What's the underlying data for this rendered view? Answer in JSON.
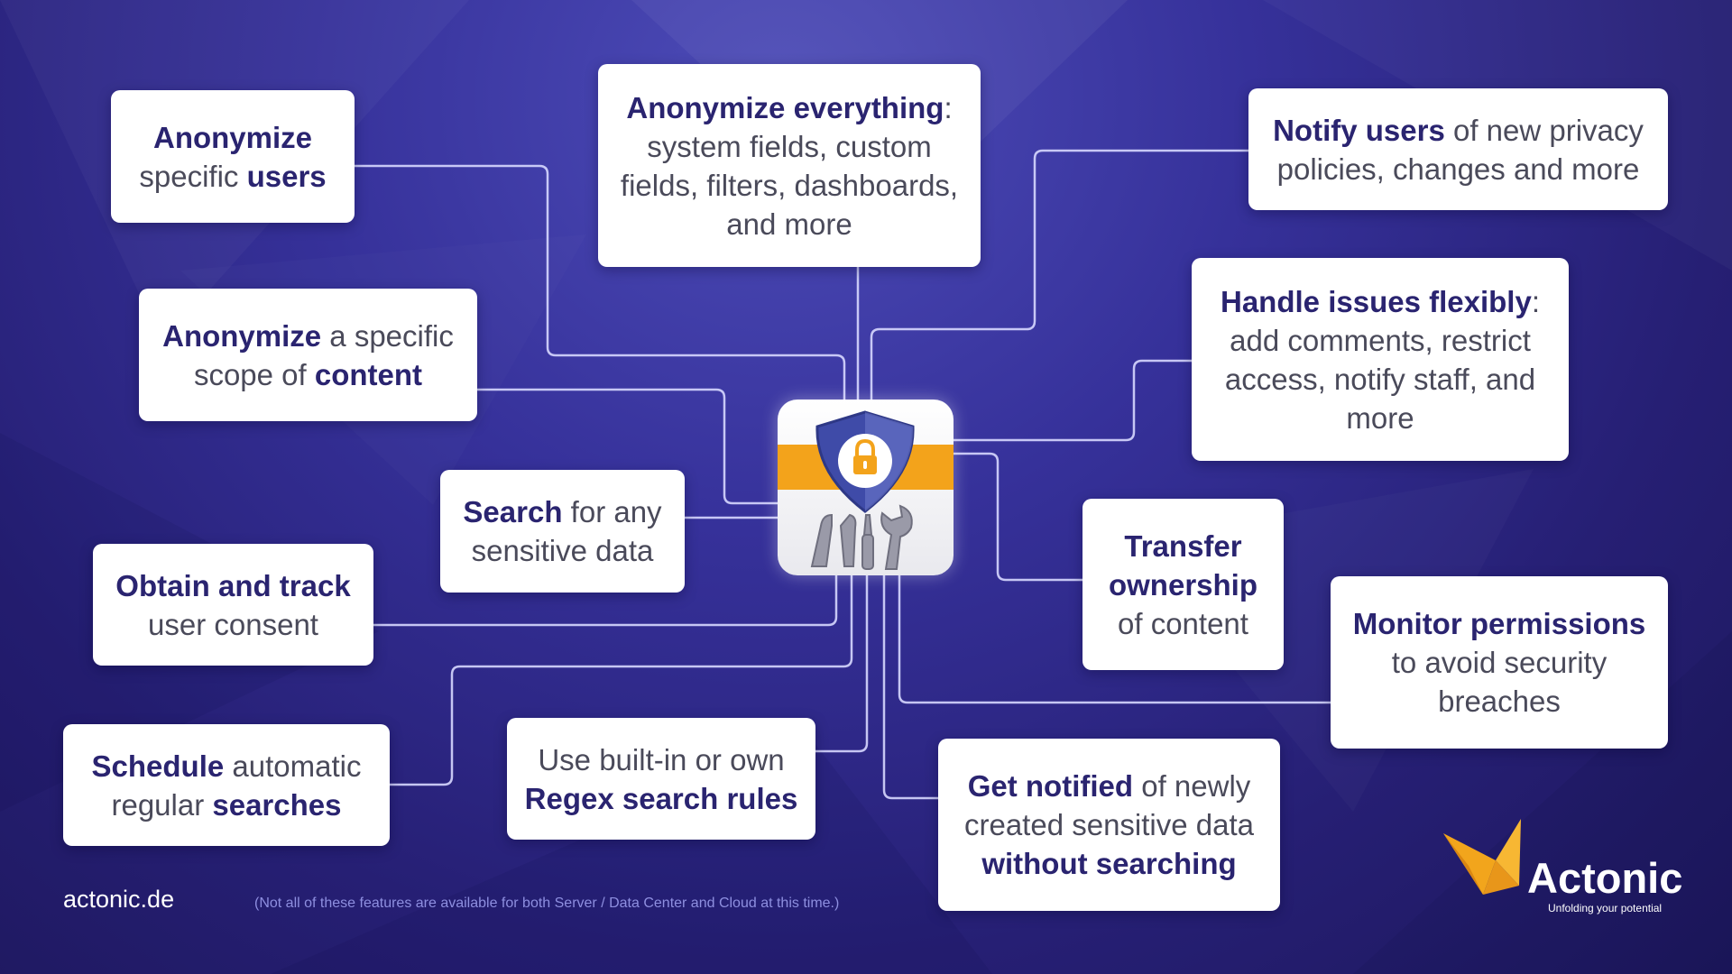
{
  "features": {
    "anonymize_users": {
      "b1": "Anonymize",
      "t1": "specific ",
      "b2": "users"
    },
    "anonymize_everything": {
      "b1": "Anonymize everything",
      "t1": ": system fields, custom fields, filters, dashboards, and more"
    },
    "notify_users": {
      "b1": "Notify users",
      "t1": " of new privacy policies, changes and more"
    },
    "anonymize_scope": {
      "b1": "Anonymize",
      "t1": " a specific scope of ",
      "b2": "content"
    },
    "handle_issues": {
      "b1": "Handle issues flexibly",
      "t1": ": add comments, restrict access, notify staff, and more"
    },
    "search_sensitive": {
      "b1": "Search",
      "t1": " for any sensitive data"
    },
    "obtain_consent": {
      "b1": "Obtain and track",
      "t1": " user consent"
    },
    "transfer_ownership": {
      "b1": "Transfer ownership",
      "t1": " of content"
    },
    "monitor_permissions": {
      "b1": "Monitor permissions",
      "t1": " to avoid security breaches"
    },
    "schedule_searches": {
      "b1": "Schedule",
      "t1": " automatic regular ",
      "b2": "searches"
    },
    "regex_rules": {
      "t1": "Use built-in or own ",
      "b1": "Regex search rules"
    },
    "get_notified": {
      "b1": "Get notified",
      "t1": " of newly created sensitive data ",
      "b2": "without searching"
    }
  },
  "footer": {
    "site": "actonic.de",
    "note": "(Not all of these features are available for both Server / Data Center and Cloud at this time.)"
  },
  "brand": {
    "name": "Actonic",
    "tagline": "Unfolding your potential"
  },
  "colors": {
    "background": "#2c2585",
    "card": "#ffffff",
    "bold_text": "#2a2470",
    "body_text": "#4a4a5a",
    "hub_band": "#f3a31b",
    "shield": "#3f4ba8",
    "brand_accent": "#f2a51c",
    "note_text": "#8e8fe0"
  },
  "icons": {
    "hub": "shield-lock-tools-icon",
    "brand": "origami-fox-logo-icon"
  }
}
